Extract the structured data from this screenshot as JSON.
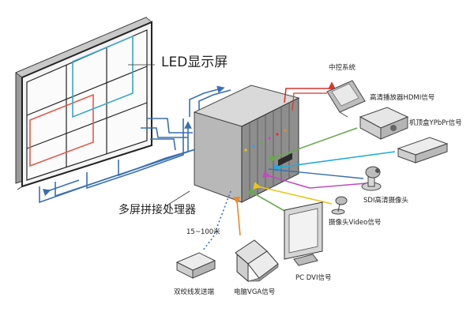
{
  "labels": {
    "led_screen": "LED显示屏",
    "processor": "多屏拼接处理器",
    "central_control": "中控系统",
    "hd_player": "高清播放器HDMI信号",
    "settop_box": "机顶盒YPbPr信号",
    "sdi_camera": "SDI高清摄像头",
    "video_camera": "摄像头Video信号",
    "pc_dvi": "PC DVI信号",
    "laptop_vga": "电脑VGA信号",
    "twisted_pair": "双绞线发送端",
    "distance": "15~100米"
  },
  "colors": {
    "frame": "#333333",
    "blue_line": "#3a6fb0",
    "red_line": "#d9342b",
    "green_line": "#6aa84f",
    "cyan_line": "#22aadd",
    "yellow_line": "#e8c61a",
    "magenta_line": "#c04bbd",
    "orange_line": "#e88a2a",
    "red_window": "#e05a4a",
    "cyan_window": "#3aa6c8"
  },
  "icons": [
    "led-wall-icon",
    "processor-chassis-icon",
    "touch-panel-icon",
    "projector-player-icon",
    "settop-box-icon",
    "ptz-camera-icon",
    "small-camera-icon",
    "monitor-icon",
    "laptop-icon",
    "transmitter-box-icon"
  ]
}
